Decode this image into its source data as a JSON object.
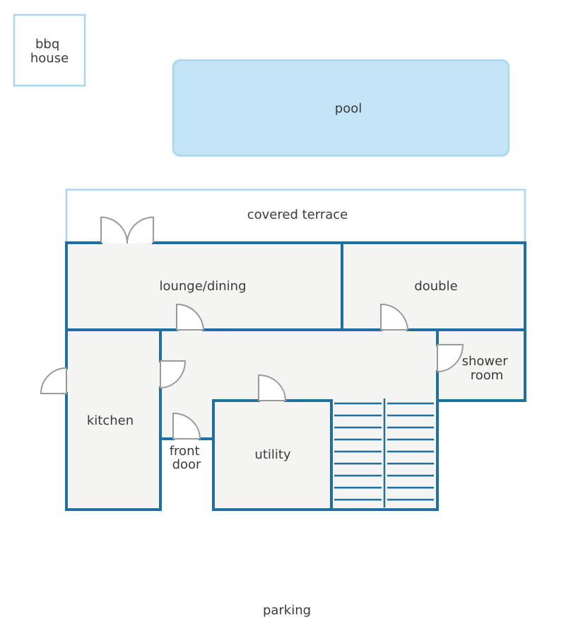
{
  "labels": {
    "bbq_house": [
      "bbq",
      "house"
    ],
    "pool": "pool",
    "covered_terrace": "covered terrace",
    "lounge_dining": "lounge/dining",
    "double": "double",
    "shower_room": [
      "shower",
      "room"
    ],
    "kitchen": "kitchen",
    "front_door": [
      "front",
      "door"
    ],
    "utility": "utility",
    "parking": "parking"
  },
  "colors": {
    "wall": "#1f6fa0",
    "light_outline": "#aad6ee",
    "pool_fill": "#c3e3f6",
    "room_fill": "#f4f4f3",
    "door_stroke": "#9a9a9a",
    "text": "#3b3b3b"
  }
}
